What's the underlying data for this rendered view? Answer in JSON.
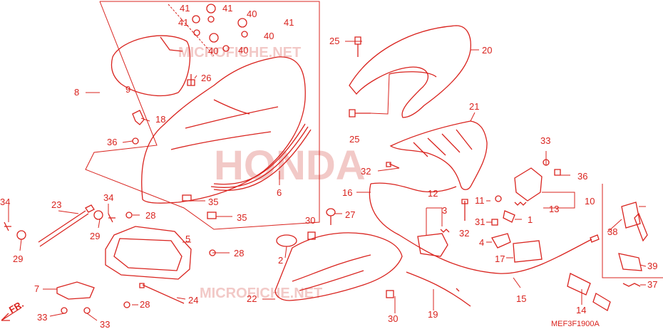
{
  "diagram": {
    "code": "MEF3F1900A",
    "direction_label": "FR.",
    "watermark": "HONDA",
    "watermark_site_top": "MICROFICHE.NET",
    "watermark_site_bottom": "MICROFICHE.NET",
    "accent_color": "#d9231e",
    "part_labels": {
      "p2": "2",
      "p3": "3",
      "p4": "4",
      "p5": "5",
      "p6": "6",
      "p7": "7",
      "p8": "8",
      "p9": "9",
      "p10": "10",
      "p11": "11",
      "p12": "12",
      "p13": "13",
      "p14": "14",
      "p15": "15",
      "p16": "16",
      "p17": "17",
      "p18": "18",
      "p19": "19",
      "p20": "20",
      "p21": "21",
      "p22": "22",
      "p23": "23",
      "p24": "24",
      "p25a": "25",
      "p25b": "25",
      "p26": "26",
      "p27": "27",
      "p28a": "28",
      "p28b": "28",
      "p28c": "28",
      "p29a": "29",
      "p29b": "29",
      "p30a": "30",
      "p30b": "30",
      "p31": "31",
      "p32a": "32",
      "p32b": "32",
      "p33a": "33",
      "p33b": "33",
      "p33c": "33",
      "p34a": "34",
      "p34b": "34",
      "p35a": "35",
      "p35b": "35",
      "p36a": "36",
      "p36b": "36",
      "p37": "37",
      "p38": "38",
      "p39": "39",
      "p40a": "40",
      "p40b": "40",
      "p40c": "40",
      "p40d": "40",
      "p41a": "41",
      "p41b": "41",
      "p41c": "41",
      "p41d": "41",
      "p1": "1"
    }
  }
}
